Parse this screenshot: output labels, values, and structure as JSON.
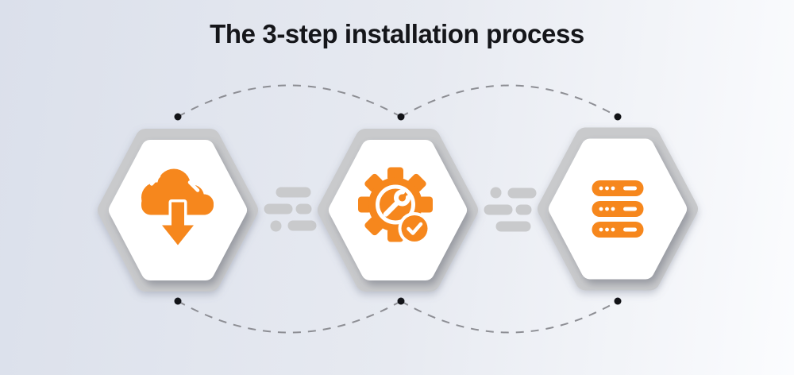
{
  "title": "The 3-step installation process",
  "colors": {
    "accent": "#F6871D",
    "shape_gray": "#c9cacc",
    "icon_bg": "#ffffff",
    "dash": "#8d8e94",
    "dot": "#121317",
    "title_text": "#15161a",
    "bg_start": "#dbe0eb",
    "bg_mid": "#e7eaf1",
    "bg_end": "#fbfcfe"
  },
  "steps": [
    {
      "index": 1,
      "icon": "cloud-download-icon",
      "meaning": "download"
    },
    {
      "index": 2,
      "icon": "gear-wrench-check-icon",
      "meaning": "configure"
    },
    {
      "index": 3,
      "icon": "server-rack-icon",
      "meaning": "deploy"
    }
  ]
}
